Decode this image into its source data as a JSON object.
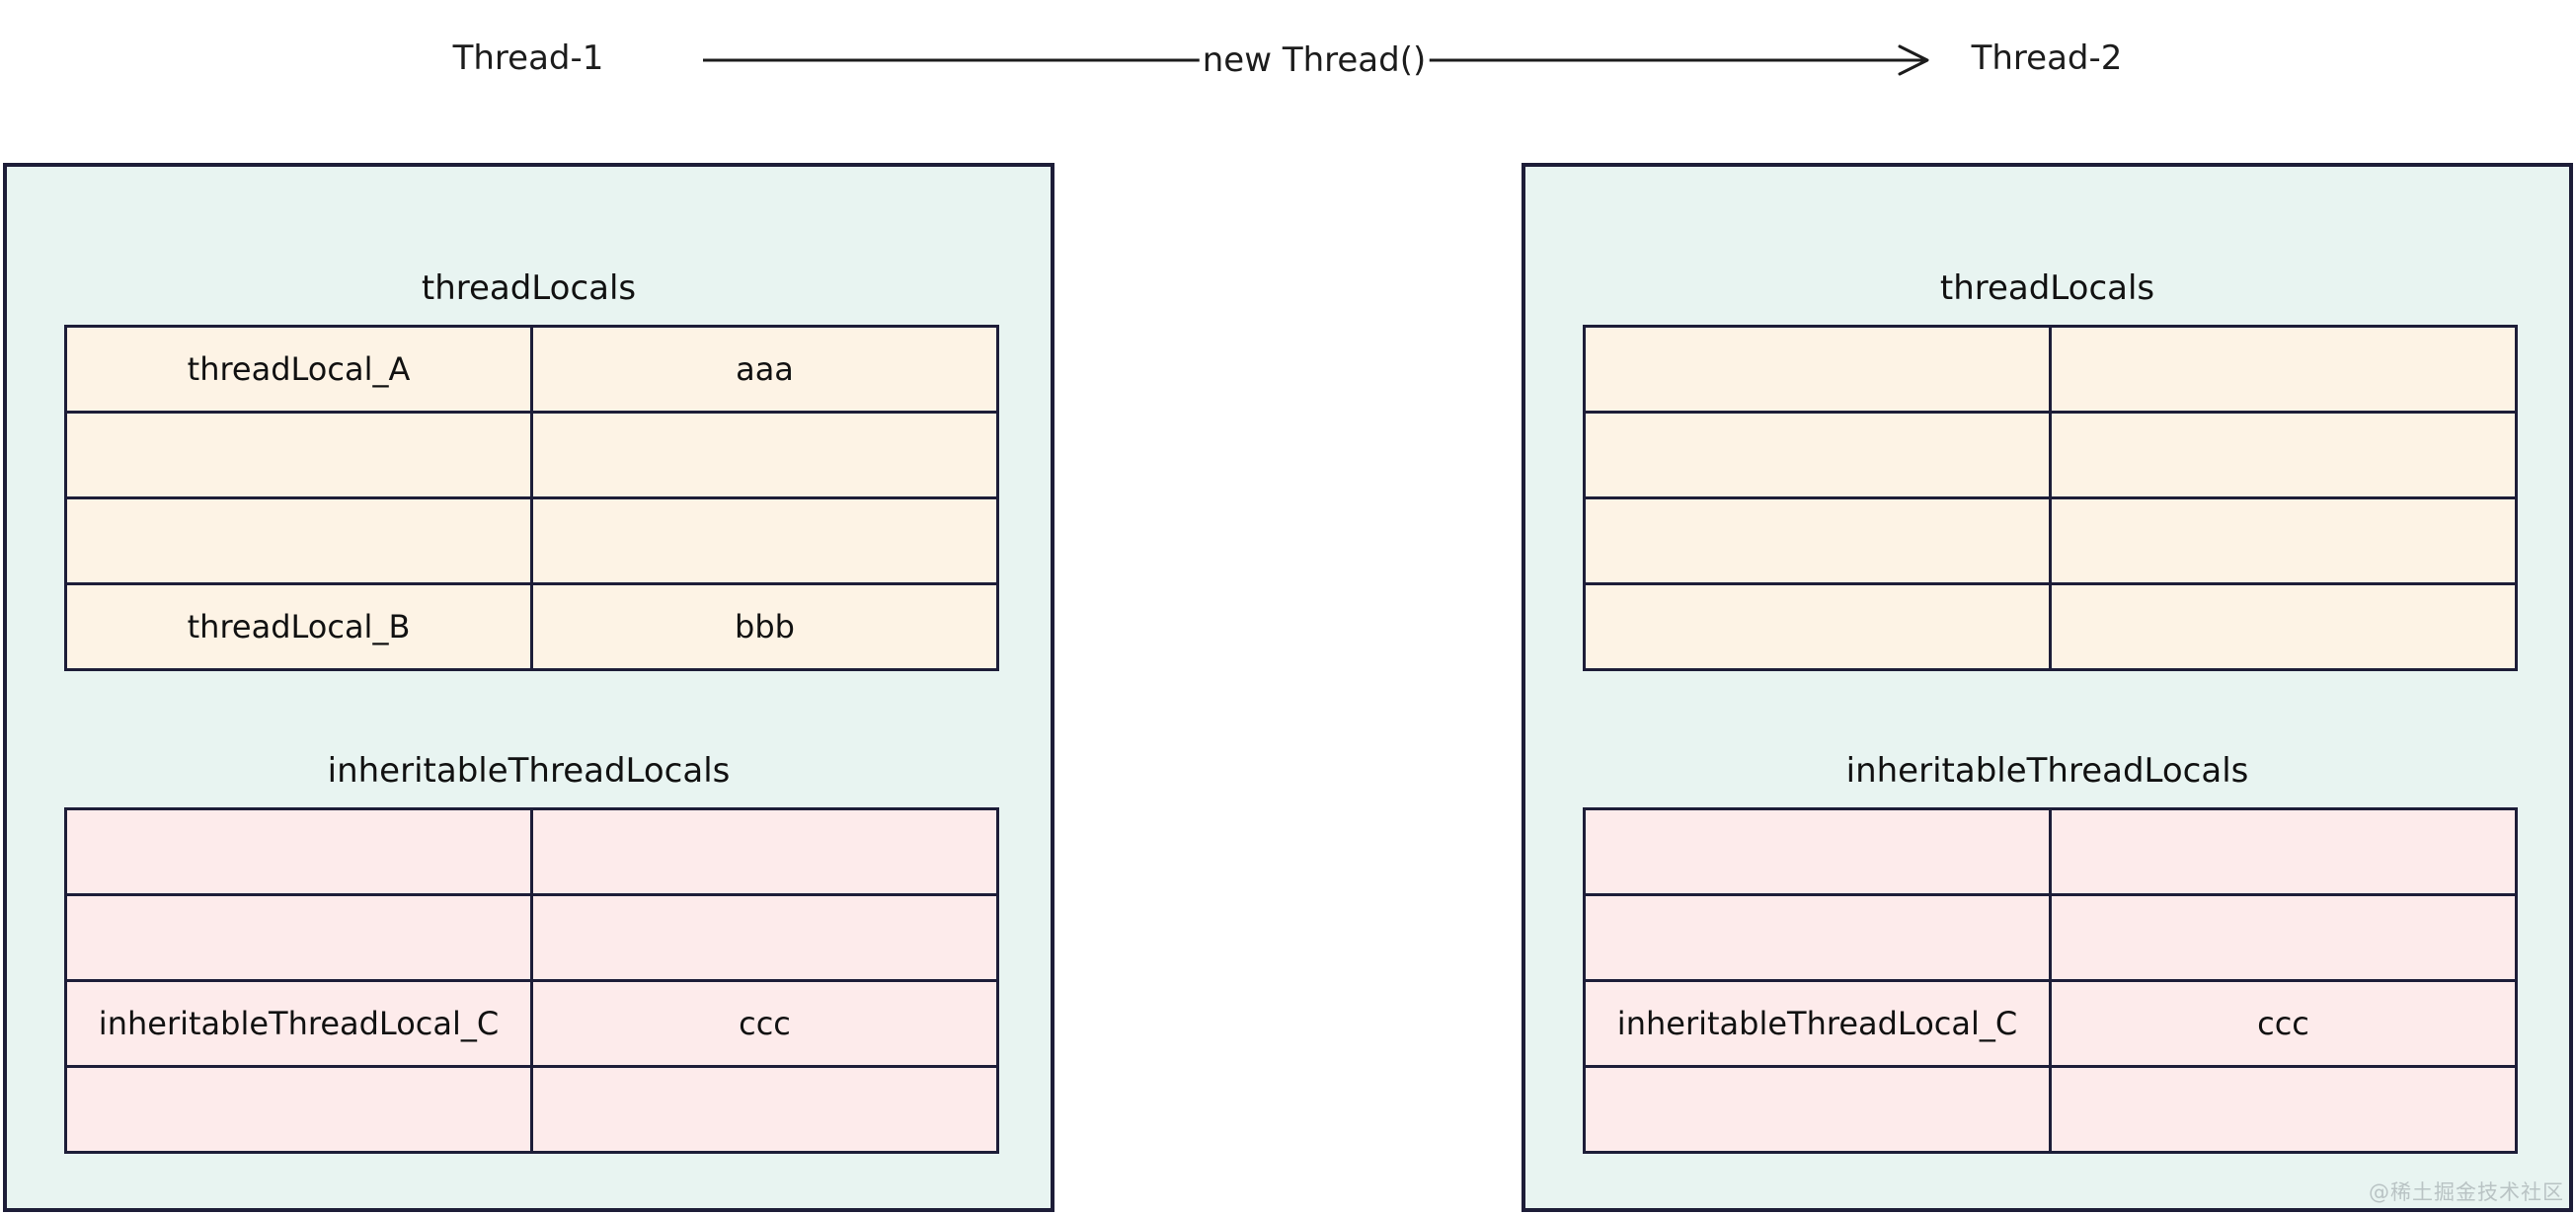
{
  "header": {
    "source_thread": "Thread-1",
    "target_thread": "Thread-2",
    "arrow_label": "new Thread()"
  },
  "thread1": {
    "thread_locals": {
      "title": "threadLocals",
      "rows": [
        {
          "key": "threadLocal_A",
          "value": "aaa"
        },
        {
          "key": "",
          "value": ""
        },
        {
          "key": "",
          "value": ""
        },
        {
          "key": "threadLocal_B",
          "value": "bbb"
        }
      ]
    },
    "inheritable_thread_locals": {
      "title": "inheritableThreadLocals",
      "rows": [
        {
          "key": "",
          "value": ""
        },
        {
          "key": "",
          "value": ""
        },
        {
          "key": "inheritableThreadLocal_C",
          "value": "ccc"
        },
        {
          "key": "",
          "value": ""
        }
      ]
    }
  },
  "thread2": {
    "thread_locals": {
      "title": "threadLocals",
      "rows": [
        {
          "key": "",
          "value": ""
        },
        {
          "key": "",
          "value": ""
        },
        {
          "key": "",
          "value": ""
        },
        {
          "key": "",
          "value": ""
        }
      ]
    },
    "inheritable_thread_locals": {
      "title": "inheritableThreadLocals",
      "rows": [
        {
          "key": "",
          "value": ""
        },
        {
          "key": "",
          "value": ""
        },
        {
          "key": "inheritableThreadLocal_C",
          "value": "ccc"
        },
        {
          "key": "",
          "value": ""
        }
      ]
    }
  },
  "watermark": "@稀土掘金技术社区",
  "colors": {
    "box_background": "#e8f4f1",
    "border": "#1d1d38",
    "thread_locals_cell": "#fdf3e5",
    "inheritable_cell": "#fdebeb",
    "text": "#111111",
    "watermark": "#b9c3c4"
  }
}
